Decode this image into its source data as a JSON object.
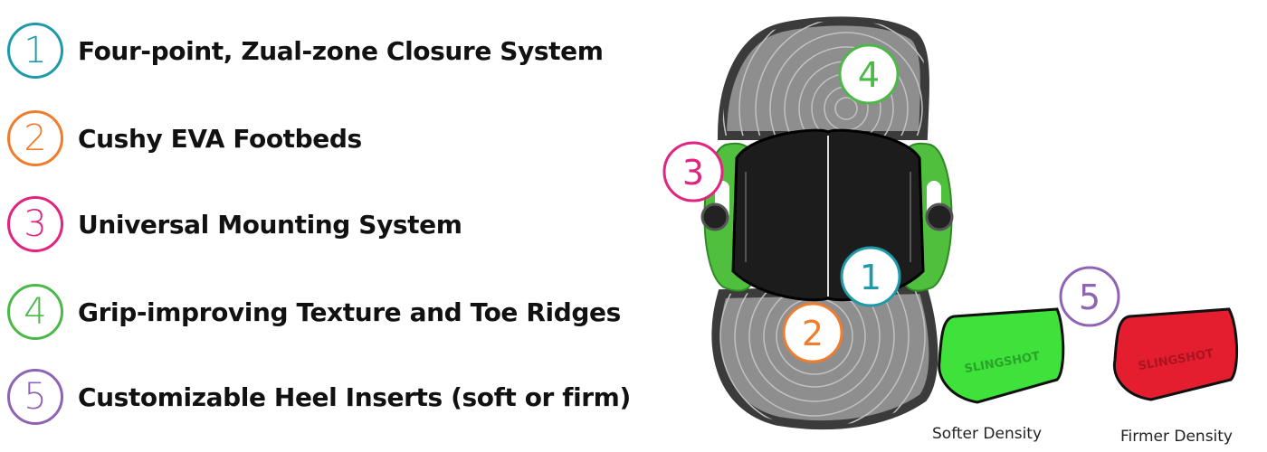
{
  "features": [
    {
      "number": "1",
      "label": "Four-point, Zual-zone Closure System",
      "color": "#1e9aa8"
    },
    {
      "number": "2",
      "label": "Cushy EVA Footbeds",
      "color": "#ef7d2d"
    },
    {
      "number": "3",
      "label": "Universal Mounting System",
      "color": "#e2237f"
    },
    {
      "number": "4",
      "label": "Grip-improving Texture and Toe Ridges",
      "color": "#4cb848"
    },
    {
      "number": "5",
      "label": "Customizable Heel Inserts (soft or firm)",
      "color": "#8f64b3"
    }
  ],
  "illustration": {
    "markers": [
      "4",
      "3",
      "1",
      "2",
      "5"
    ],
    "insert_brand": "SLINGSHOT",
    "inserts": [
      {
        "caption": "Softer Density",
        "color": "#3fe23a"
      },
      {
        "caption": "Firmer Density",
        "color": "#e41e2f"
      }
    ],
    "colors": {
      "footpad": "#8e8e8e",
      "footpad_edge": "#3b3b3b",
      "strap": "#1c1c1c",
      "frame": "#4fbf3d"
    }
  }
}
